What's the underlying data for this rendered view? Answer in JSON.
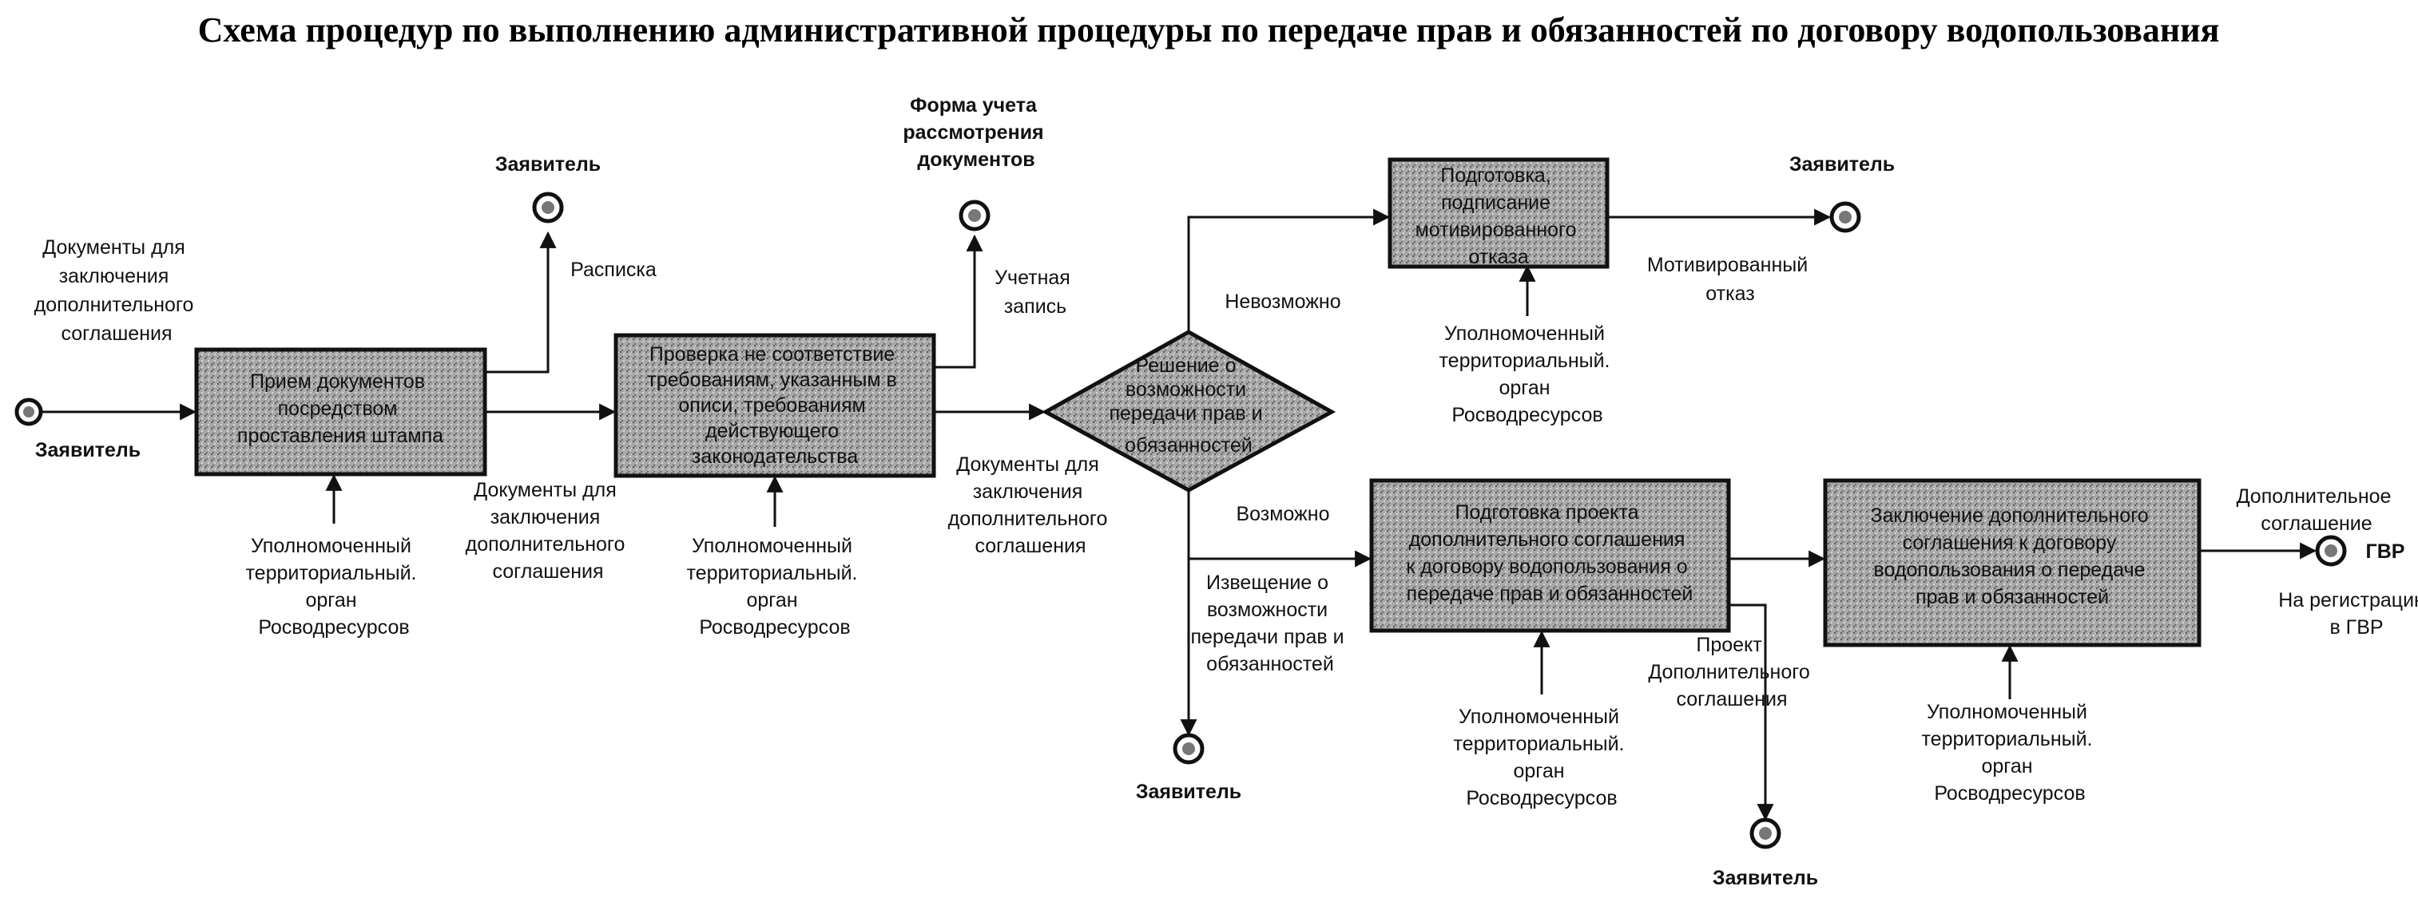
{
  "title": "Схема процедур по выполнению административной процедуры по передаче прав и обязанностей по договору водопользования",
  "boxes": {
    "priem": [
      "Прием документов",
      "посредством",
      "проставления штампа"
    ],
    "proverka": [
      "Проверка не соответствие",
      "требованиям, указанным в",
      "описи, требованиям",
      "действующего",
      "законодательства"
    ],
    "reshenie": [
      "Решение о",
      "возможности",
      "передачи прав и",
      "обязанностей"
    ],
    "otkaz": [
      "Подготовка,",
      "подписание",
      "мотивированного",
      "отказа"
    ],
    "proekt": [
      "Подготовка проекта",
      "дополнительного соглашения",
      "к договору водопользования о",
      "передаче прав и обязанностей"
    ],
    "zakl": [
      "Заключение дополнительного",
      "соглашения к договору",
      "водопользования о передаче",
      "прав и обязанностей"
    ]
  },
  "labels": {
    "docs_input": [
      "Документы для",
      "заключения",
      "дополнительного",
      "соглашения"
    ],
    "zayavitel_left": "Заявитель",
    "zayavitel_top1": "Заявитель",
    "raspiska": "Расписка",
    "forma": [
      "Форма учета",
      "рассмотрения",
      "документов"
    ],
    "uchet": [
      "Учетная",
      "запись"
    ],
    "docs_mid1": [
      "Документы для",
      "заключения",
      "дополнительного",
      "соглашения"
    ],
    "docs_mid2": [
      "Документы для",
      "заключения",
      "дополнительного",
      "соглашения"
    ],
    "nevozmozhno": "Невозможно",
    "vozmozhno": "Возможно",
    "zayavitel_top2": "Заявитель",
    "motiv_otkaz": [
      "Мотивированный",
      "отказ"
    ],
    "izveshenie": [
      "Извещение о",
      "возможности",
      "передачи прав и",
      "обязанностей"
    ],
    "zayavitel_bottom1": "Заявитель",
    "proekt_label": [
      "Проект",
      "Дополнительного",
      "соглашения"
    ],
    "zayavitel_bottom2": "Заявитель",
    "dop_soglashenie": [
      "Дополнительное",
      "соглашение"
    ],
    "gvr": "ГВР",
    "na_registraciyu": [
      "На регистрацию",
      "в ГВР"
    ],
    "organ": [
      "Уполномоченный",
      "территориальный.",
      "орган",
      "Росводресурсов"
    ]
  }
}
